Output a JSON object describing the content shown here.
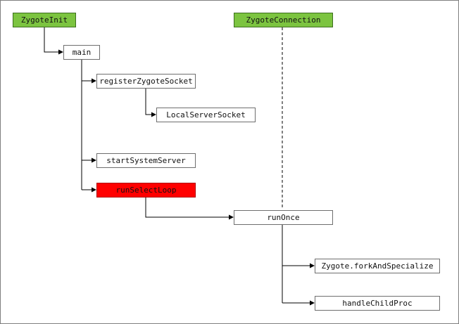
{
  "diagram": {
    "nodes": {
      "zygote_init": "ZygoteInit",
      "zygote_connection": "ZygoteConnection",
      "main": "main",
      "register_zygote_socket": "registerZygoteSocket",
      "local_server_socket": "LocalServerSocket",
      "start_system_server": "startSystemServer",
      "run_select_loop": "runSelectLoop",
      "run_once": "runOnce",
      "fork_and_specialize": "Zygote.forkAndSpecialize",
      "handle_child_proc": "handleChildProc"
    },
    "colors": {
      "header_fill": "#7cc440",
      "highlight_fill": "#ff0000",
      "line": "#000000"
    }
  }
}
